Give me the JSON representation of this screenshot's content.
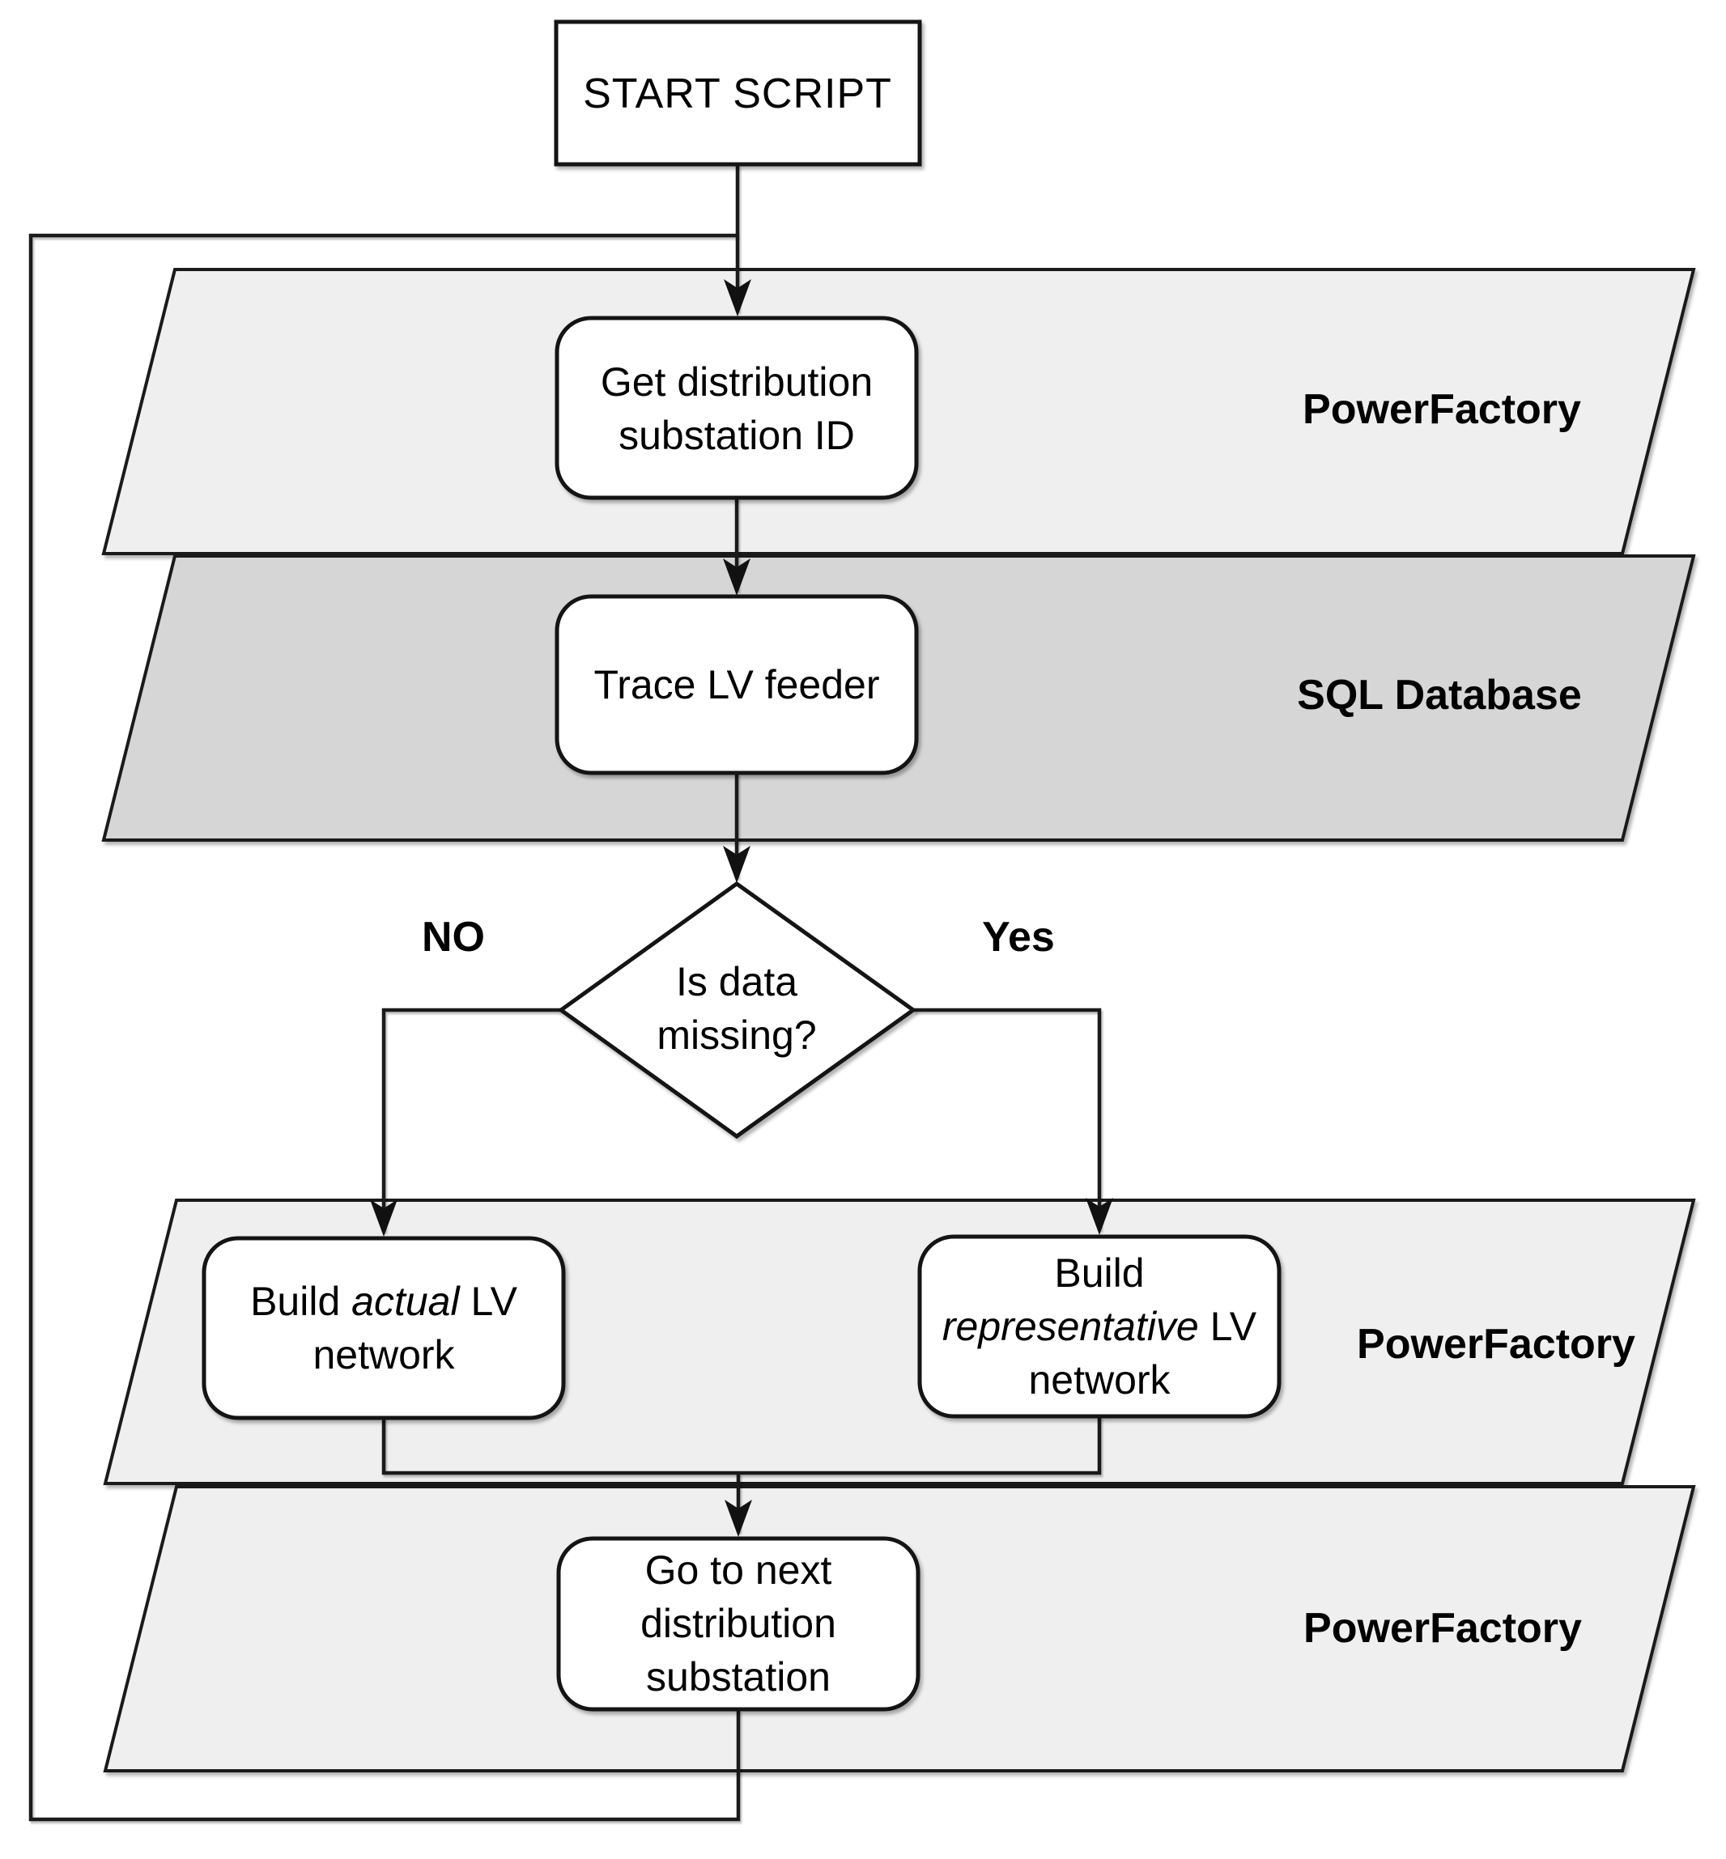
{
  "colors": {
    "band_light": "#efefef",
    "band_dark": "#d6d6d6",
    "shape_fill": "#ffffff",
    "line": "#1a1a1a",
    "text": "#000000"
  },
  "nodes": {
    "start": {
      "label": "START SCRIPT"
    },
    "get_substation": {
      "lines": [
        [
          {
            "text": "Get distribution"
          }
        ],
        [
          {
            "text": "substation ID"
          }
        ]
      ]
    },
    "trace_feeder": {
      "lines": [
        [
          {
            "text": "Trace LV feeder"
          }
        ]
      ]
    },
    "decision": {
      "lines": [
        [
          {
            "text": "Is data"
          }
        ],
        [
          {
            "text": "missing?"
          }
        ]
      ]
    },
    "build_actual": {
      "lines": [
        [
          {
            "text": "Build "
          },
          {
            "text": "actual",
            "italic": true
          },
          {
            "text": " LV"
          }
        ],
        [
          {
            "text": "network"
          }
        ]
      ]
    },
    "build_representative": {
      "lines": [
        [
          {
            "text": "Build"
          }
        ],
        [
          {
            "text": "representative",
            "italic": true
          },
          {
            "text": " LV"
          }
        ],
        [
          {
            "text": "network"
          }
        ]
      ]
    },
    "go_next": {
      "lines": [
        [
          {
            "text": "Go to next"
          }
        ],
        [
          {
            "text": "distribution"
          }
        ],
        [
          {
            "text": "substation"
          }
        ]
      ]
    }
  },
  "edge_labels": {
    "no": "NO",
    "yes": "Yes"
  },
  "bands": [
    {
      "label": "PowerFactory",
      "tone": "light"
    },
    {
      "label": "SQL Database",
      "tone": "dark"
    },
    {
      "label": "PowerFactory",
      "tone": "light"
    },
    {
      "label": "PowerFactory",
      "tone": "light"
    }
  ]
}
